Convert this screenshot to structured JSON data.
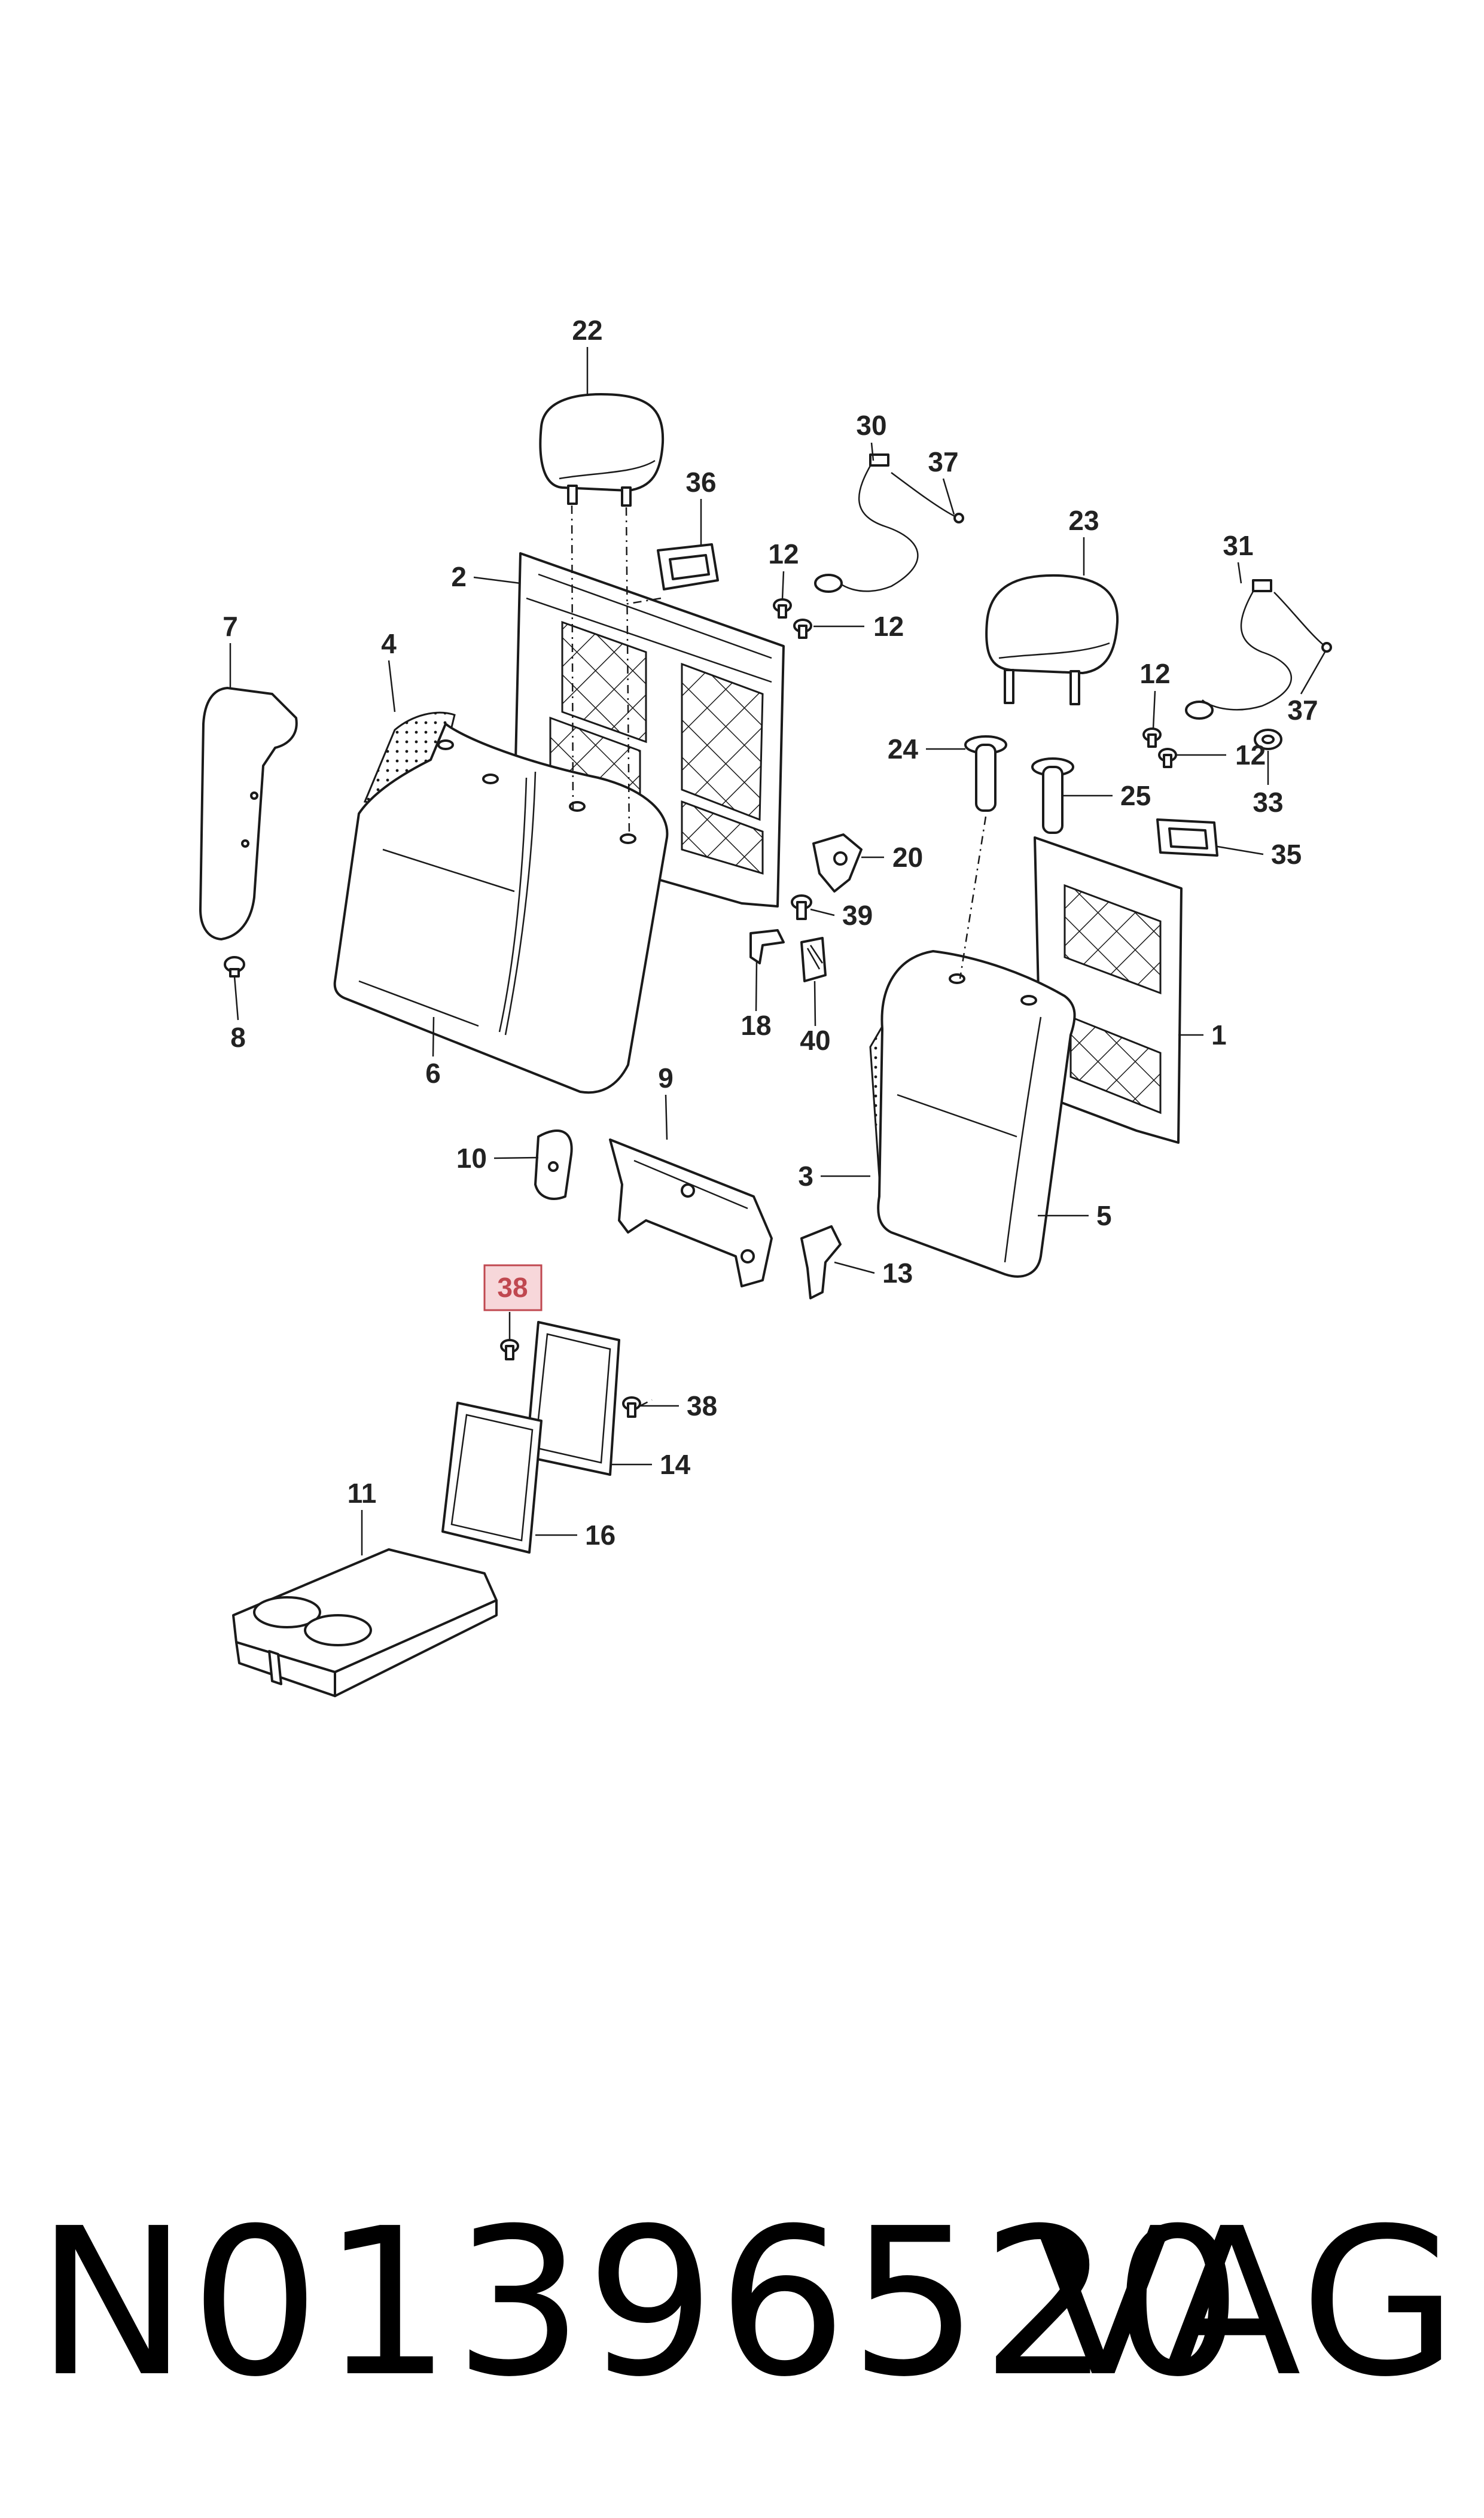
{
  "colors": {
    "line": "#1a1a1a",
    "callout_text": "#222222",
    "highlight_fill": "#f7d7da",
    "highlight_stroke": "#c04850",
    "highlight_text": "#c04850"
  },
  "callouts": {
    "c1": "1",
    "c2": "2",
    "c3": "3",
    "c4": "4",
    "c5": "5",
    "c6": "6",
    "c7": "7",
    "c8": "8",
    "c9": "9",
    "c10": "10",
    "c11": "11",
    "c12a": "12",
    "c12b": "12",
    "c12c": "12",
    "c12d": "12",
    "c13": "13",
    "c14": "14",
    "c16": "16",
    "c18": "18",
    "c20": "20",
    "c22": "22",
    "c23": "23",
    "c24": "24",
    "c25": "25",
    "c30": "30",
    "c31": "31",
    "c33": "33",
    "c35": "35",
    "c36": "36",
    "c37a": "37",
    "c37b": "37",
    "c38_highlighted": "38",
    "c38b": "38",
    "c39": "39",
    "c40": "40"
  },
  "footer": {
    "part_number": "N01396520",
    "brand": "VAG"
  }
}
